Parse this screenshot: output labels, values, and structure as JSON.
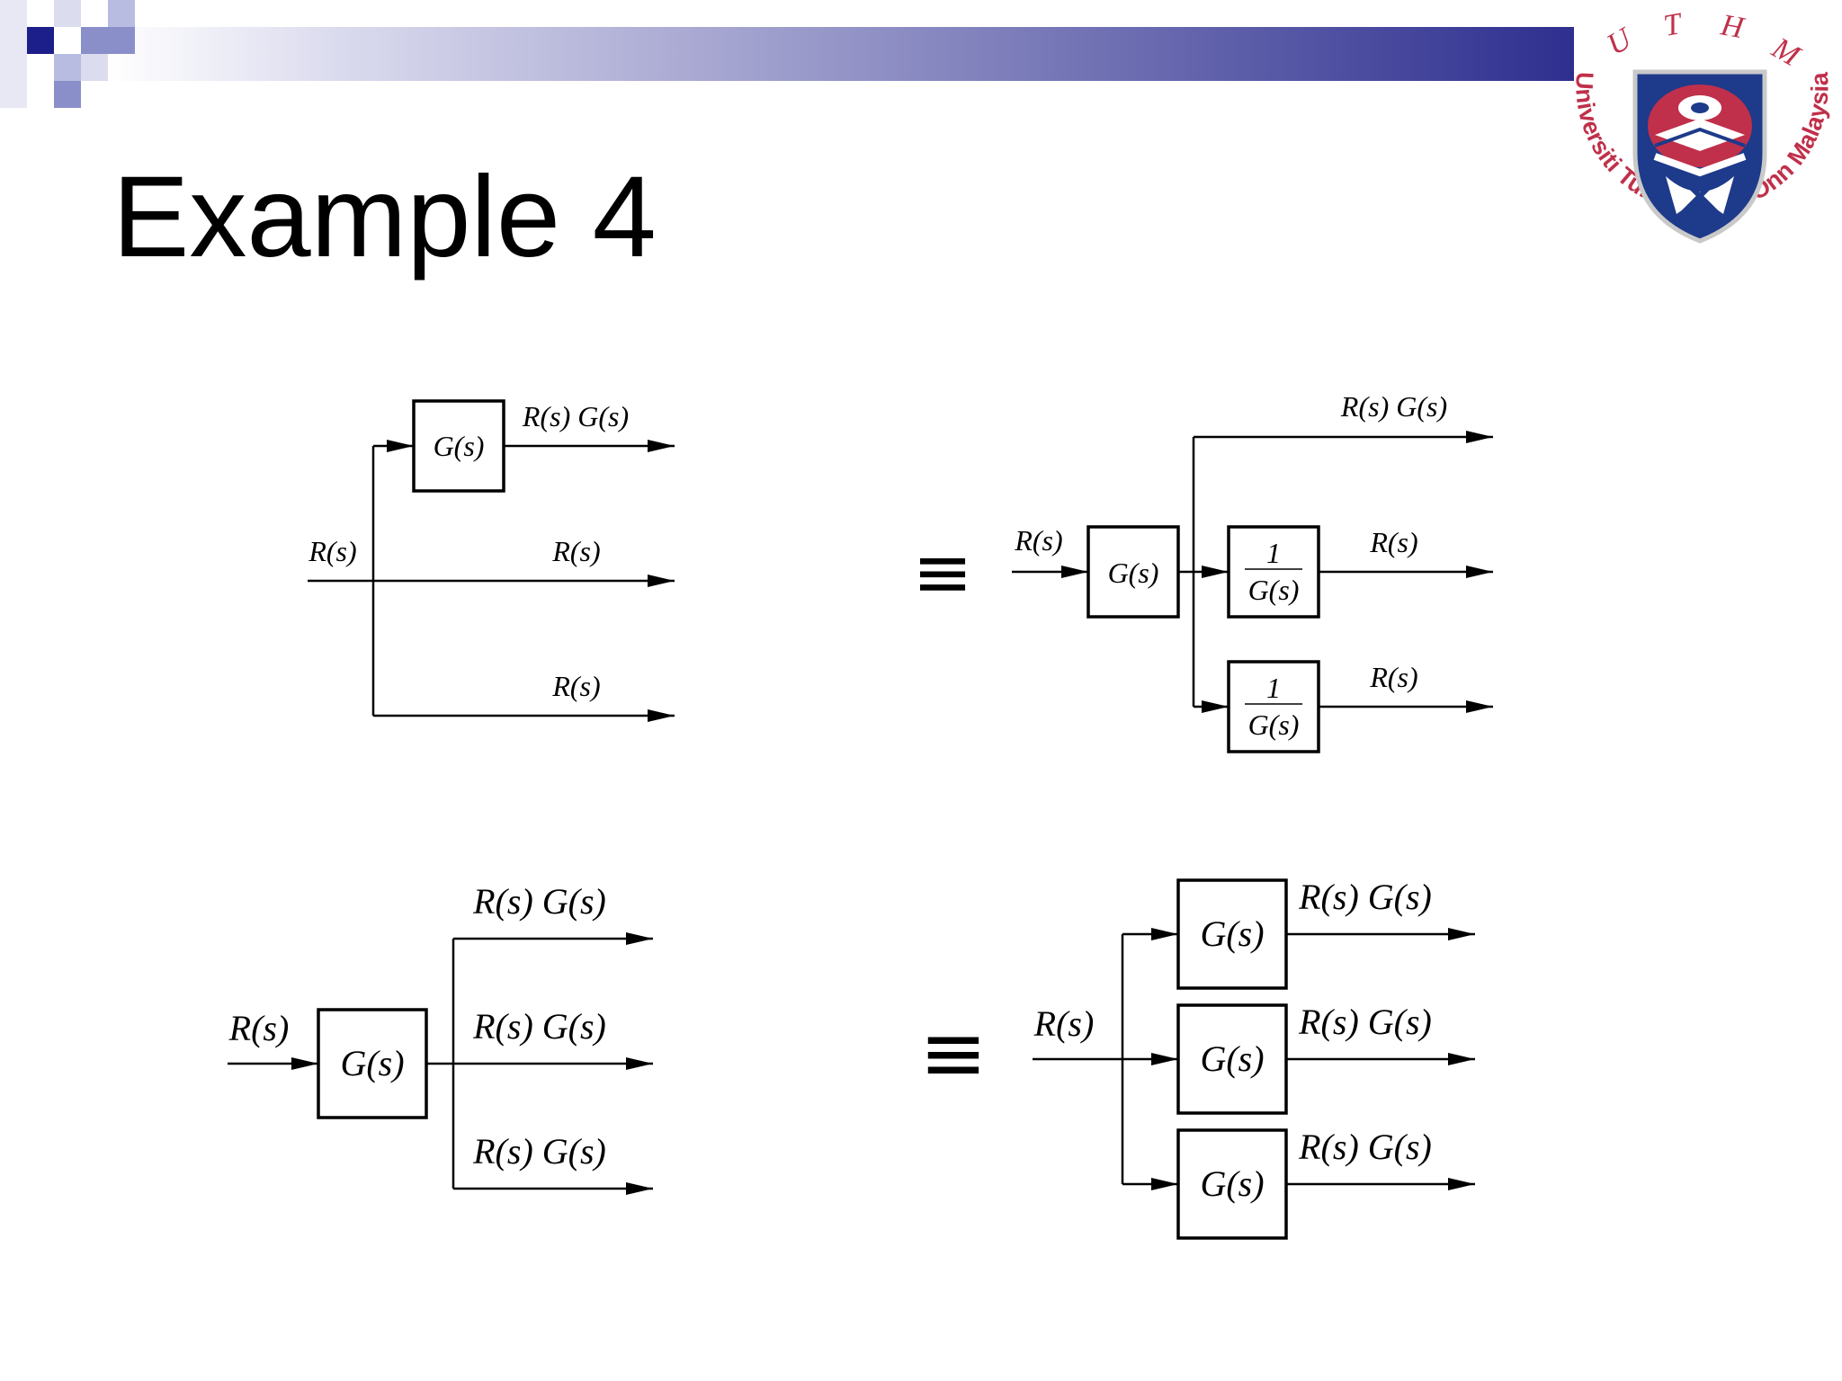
{
  "slide": {
    "title": "Example 4",
    "header_gradient": [
      "#ffffff",
      "#2e2f8f"
    ],
    "square_colors": [
      "#1c1f8a",
      "#8a8fca",
      "#b8bce0"
    ]
  },
  "logo": {
    "top_letters": [
      "U",
      "T",
      "H",
      "M"
    ],
    "ring_text": "Universiti Tun Hussein Onn Malaysia",
    "colors": {
      "ring": "#c0304a",
      "shield": "#1e3a8a"
    }
  },
  "diagrams": {
    "d1_left": {
      "block": "G(s)",
      "input": "R(s)",
      "outputs": [
        "R(s) G(s)",
        "R(s)",
        "R(s)"
      ]
    },
    "d1_right": {
      "equivalence": "≡",
      "input": "R(s)",
      "block": "G(s)",
      "inverse_numerator": "1",
      "inverse_denominator": "G(s)",
      "outputs": [
        "R(s) G(s)",
        "R(s)",
        "R(s)"
      ]
    },
    "d2_left": {
      "input": "R(s)",
      "block": "G(s)",
      "outputs": [
        "R(s) G(s)",
        "R(s) G(s)",
        "R(s) G(s)"
      ]
    },
    "d2_right": {
      "equivalence": "≡",
      "input": "R(s)",
      "blocks": [
        "G(s)",
        "G(s)",
        "G(s)"
      ],
      "outputs": [
        "R(s) G(s)",
        "R(s) G(s)",
        "R(s) G(s)"
      ]
    }
  }
}
